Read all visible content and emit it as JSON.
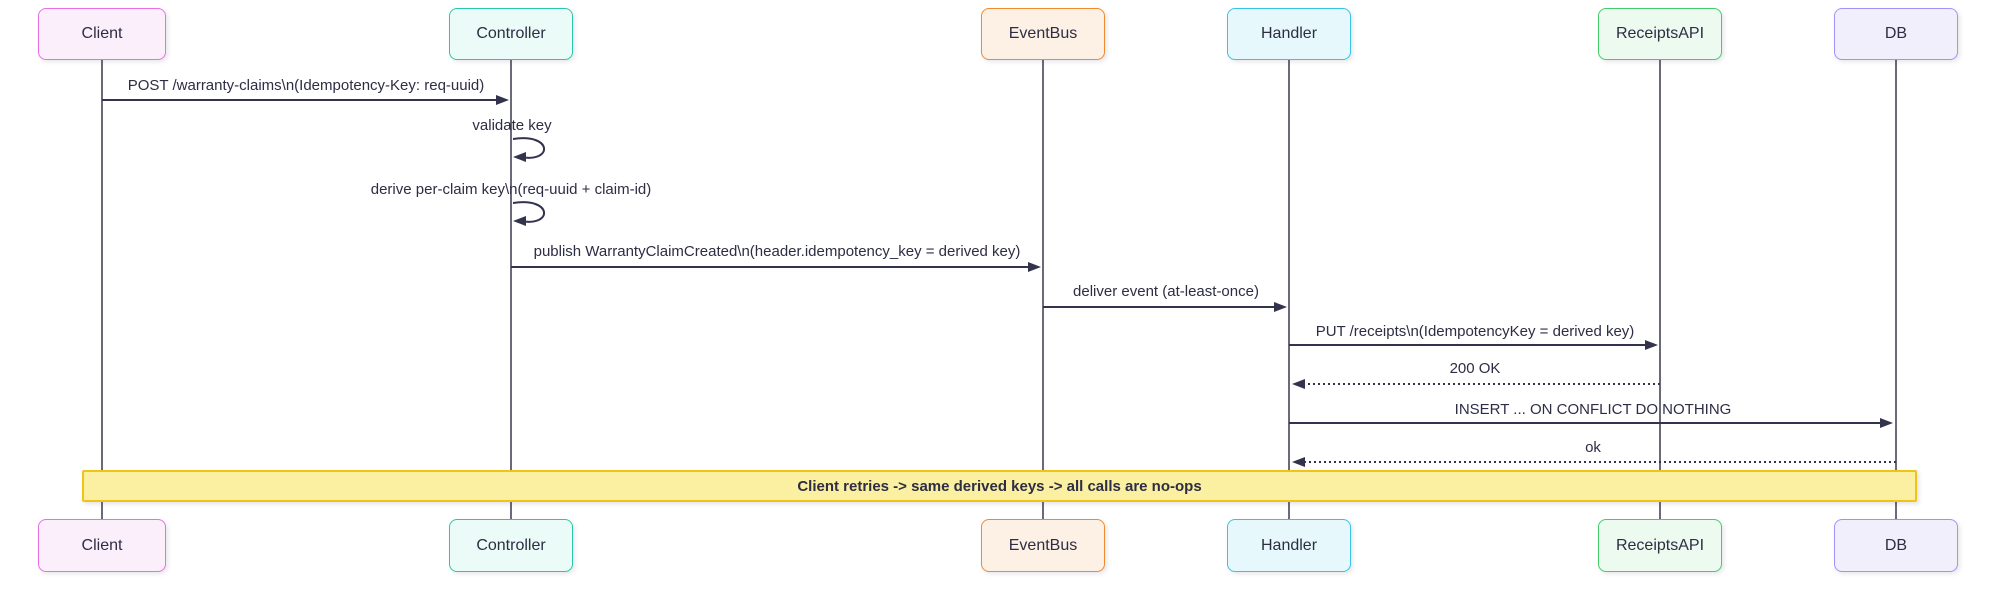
{
  "diagram": {
    "kind": "sequence-diagram",
    "participants": [
      {
        "name": "Client",
        "border": "#e66fe6",
        "fill": "#fbeffb"
      },
      {
        "name": "Controller",
        "border": "#2bc7a9",
        "fill": "#ebfbf7"
      },
      {
        "name": "EventBus",
        "border": "#ef8a2f",
        "fill": "#fcf1e4"
      },
      {
        "name": "Handler",
        "border": "#35c4e5",
        "fill": "#e6f8fc"
      },
      {
        "name": "ReceiptsAPI",
        "border": "#44cc6c",
        "fill": "#ecfaef"
      },
      {
        "name": "DB",
        "border": "#a292f8",
        "fill": "#f2effd"
      }
    ],
    "messages": [
      {
        "from": "Client",
        "to": "Controller",
        "style": "solid",
        "label": "POST /warranty-claims\\n(Idempotency-Key: req-uuid)"
      },
      {
        "from": "Controller",
        "to": "Controller",
        "style": "self",
        "label": "validate key"
      },
      {
        "from": "Controller",
        "to": "Controller",
        "style": "self",
        "label": "derive per-claim key\\n(req-uuid + claim-id)"
      },
      {
        "from": "Controller",
        "to": "EventBus",
        "style": "solid",
        "label": "publish WarrantyClaimCreated\\n(header.idempotency_key = derived key)"
      },
      {
        "from": "EventBus",
        "to": "Handler",
        "style": "solid",
        "label": "deliver event (at-least-once)"
      },
      {
        "from": "Handler",
        "to": "ReceiptsAPI",
        "style": "solid",
        "label": "PUT /receipts\\n(IdempotencyKey = derived key)"
      },
      {
        "from": "ReceiptsAPI",
        "to": "Handler",
        "style": "dashed",
        "label": "200 OK"
      },
      {
        "from": "Handler",
        "to": "DB",
        "style": "solid",
        "label": "INSERT ... ON CONFLICT DO NOTHING"
      },
      {
        "from": "DB",
        "to": "Handler",
        "style": "dashed",
        "label": "ok"
      }
    ],
    "note": {
      "text": "Client retries -> same derived keys -> all calls are no-ops",
      "fill": "#fbf0a1",
      "border": "#efc419"
    },
    "colors": {
      "ink": "#2d2d44",
      "line": "#33334d",
      "background": "#ffffff"
    }
  }
}
